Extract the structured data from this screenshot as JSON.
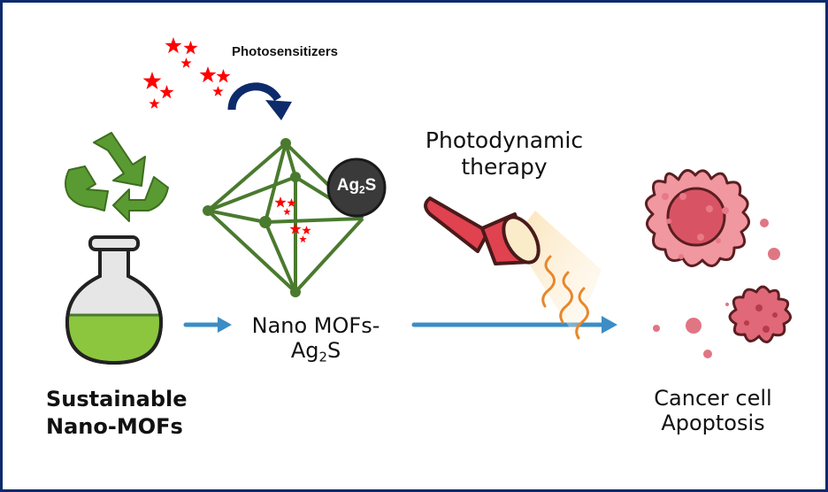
{
  "labels": {
    "photosensitizers": "Photosensitizers",
    "sustainable_line1": "Sustainable",
    "sustainable_line2": "Nano-MOFs",
    "nanomof_line1": "Nano MOFs-",
    "nanomof_line2_base": "Ag",
    "nanomof_line2_sub": "2",
    "nanomof_line2_end": "S",
    "pdt_line1": "Photodynamic",
    "pdt_line2": "therapy",
    "cancer_line1": "Cancer cell",
    "cancer_line2": "Apoptosis",
    "ag2s_base": "Ag",
    "ag2s_sub": "2",
    "ag2s_end": "S"
  },
  "colors": {
    "frame": "#0d2a6b",
    "star": "#ff0000",
    "curved_arrow": "#0d2a6b",
    "mof_green": "#4a7a2e",
    "recycle_green": "#5a9a32",
    "liquid_green": "#8cc63f",
    "flow_arrow": "#3c8dc5",
    "flashlight": "#e0424f",
    "light_wave": "#e8872a",
    "cell_pink": "#f1979f",
    "cell_nucleus": "#d85465",
    "ag2s_circle": "#3a3a3a"
  },
  "diagram": {
    "nodes": [
      "Sustainable Nano-MOFs",
      "Nano MOFs-Ag2S",
      "Photodynamic therapy",
      "Cancer cell Apoptosis"
    ],
    "edges": [
      {
        "from": "Sustainable Nano-MOFs",
        "to": "Nano MOFs-Ag2S"
      },
      {
        "from": "Nano MOFs-Ag2S",
        "to": "Cancer cell Apoptosis",
        "via": "Photodynamic therapy"
      },
      {
        "from": "Photosensitizers",
        "to": "Nano MOFs-Ag2S"
      }
    ]
  }
}
